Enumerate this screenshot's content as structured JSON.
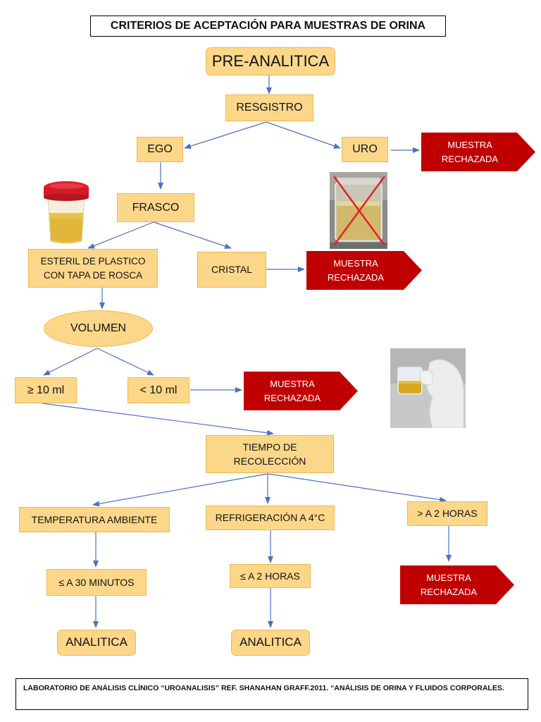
{
  "title": "CRITERIOS DE ACEPTACIÓN PARA MUESTRAS DE ORINA",
  "nodes": {
    "pre_analitica": "PRE-ANALITICA",
    "registro": "RESGISTRO",
    "ego": "EGO",
    "uro": "URO",
    "frasco": "FRASCO",
    "esteril_line1": "ESTERIL DE PLASTICO",
    "esteril_line2": "CON TAPA DE ROSCA",
    "cristal": "CRISTAL",
    "volumen": "VOLUMEN",
    "ge_10ml": "≥ 10 ml",
    "lt_10ml": "< 10 ml",
    "tiempo_line1": "TIEMPO DE",
    "tiempo_line2": "RECOLECCIÓN",
    "temperatura": "TEMPERATURA AMBIENTE",
    "refrigeracion": "REFRIGERACIÓN A 4°C",
    "gt_2h": "> A 2 HORAS",
    "le_30min": "≤ A 30 MINUTOS",
    "le_2h": "≤ A 2 HORAS",
    "analitica_1": "ANALITICA",
    "analitica_2": "ANALITICA"
  },
  "rejected": {
    "line1": "MUESTRA",
    "line2": "RECHAZADA"
  },
  "footer": "LABORATORIO DE ANÁLISIS CLÍNICO “UROANALISIS” REF. SHANAHAN GRAFF.2011. “ANÁLISIS DE ORINA Y FLUIDOS CORPORALES.",
  "colors": {
    "box_fill": "#fcd78a",
    "box_border": "#f0b84c",
    "reject_fill": "#c00000",
    "arrow": "#4a72c4"
  }
}
